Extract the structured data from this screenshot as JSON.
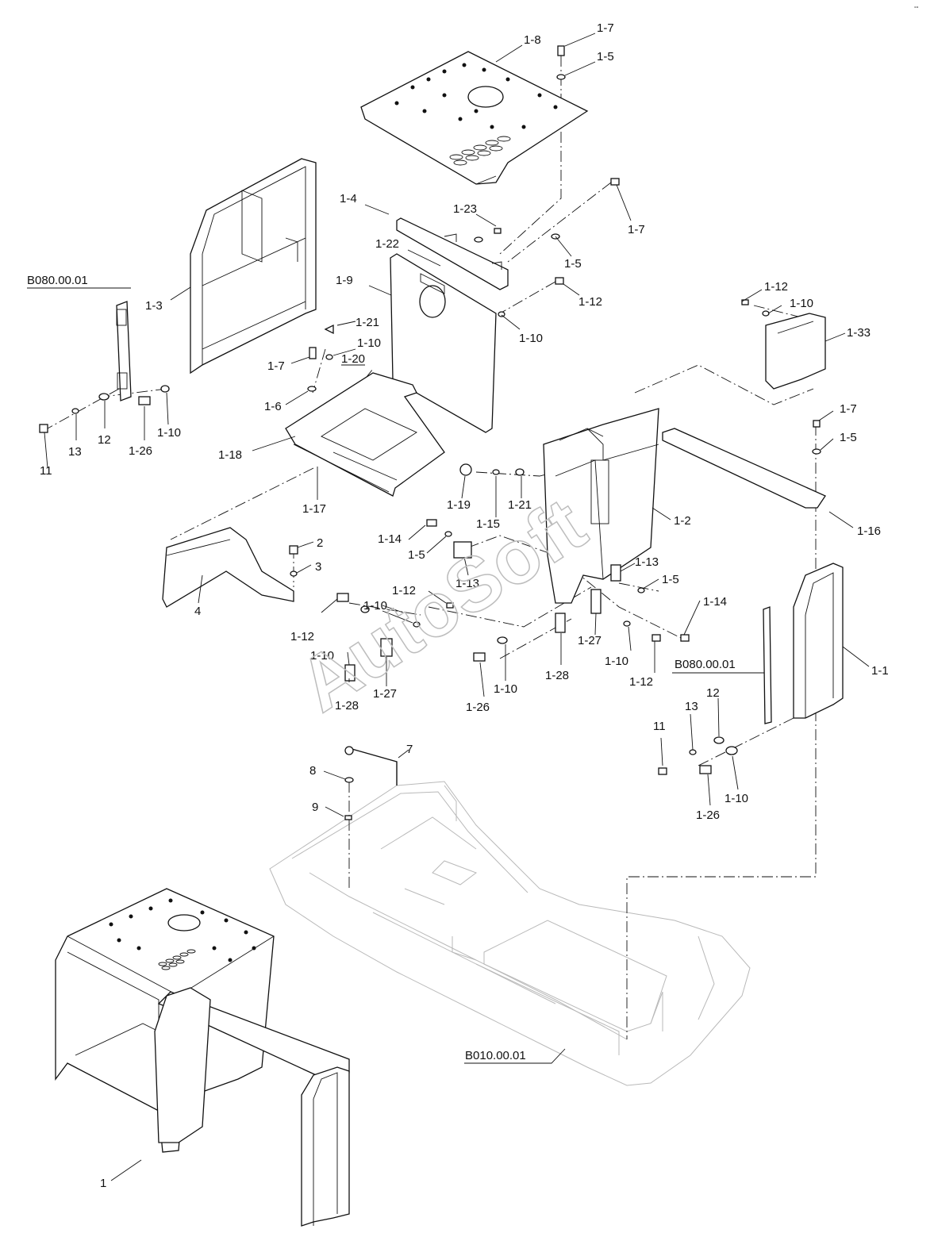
{
  "diagram": {
    "watermark": "AutoSoft",
    "corner_mark": "°°",
    "references": {
      "ref_left": "B080.00.01",
      "ref_right": "B080.00.01",
      "ref_bottom": "B010.00.01"
    },
    "callouts": {
      "c_1_8": "1-8",
      "c_1_7_a": "1-7",
      "c_1_5_a": "1-5",
      "c_1_4": "1-4",
      "c_1_23": "1-23",
      "c_1_7_b": "1-7",
      "c_1_22": "1-22",
      "c_1_5_b": "1-5",
      "c_1_9": "1-9",
      "c_1_12_a": "1-12",
      "c_1_10_a": "1-10",
      "c_1_3": "1-3",
      "c_1_21_a": "1-21",
      "c_1_10_b": "1-10",
      "c_1_20": "1-20",
      "c_1_7_c": "1-7",
      "c_1_6": "1-6",
      "c_1_18": "1-18",
      "c_1_17": "1-17",
      "c_11_a": "11",
      "c_13_a": "13",
      "c_12_a": "12",
      "c_1_26_a": "1-26",
      "c_1_10_c": "1-10",
      "c_1_12_b": "1-12",
      "c_1_10_d": "1-10",
      "c_1_33": "1-33",
      "c_1_7_d": "1-7",
      "c_1_5_c": "1-5",
      "c_1_2": "1-2",
      "c_1_16": "1-16",
      "c_1_19": "1-19",
      "c_1_15": "1-15",
      "c_1_21_b": "1-21",
      "c_2": "2",
      "c_3": "3",
      "c_4": "4",
      "c_1_14_a": "1-14",
      "c_1_5_d": "1-5",
      "c_1_13_a": "1-13",
      "c_1_13_b": "1-13",
      "c_1_5_e": "1-5",
      "c_1_14_b": "1-14",
      "c_1_12_c": "1-12",
      "c_1_10_e": "1-10",
      "c_1_12_d": "1-12",
      "c_1_10_f": "1-10",
      "c_1_27_a": "1-27",
      "c_1_28_a": "1-28",
      "c_1_26_b": "1-26",
      "c_1_10_g": "1-10",
      "c_1_28_b": "1-28",
      "c_1_27_b": "1-27",
      "c_1_10_h": "1-10",
      "c_1_12_e": "1-12",
      "c_1_1": "1-1",
      "c_7": "7",
      "c_8": "8",
      "c_9": "9",
      "c_13_b": "13",
      "c_12_b": "12",
      "c_11_b": "11",
      "c_1_26_c": "1-26",
      "c_1_10_i": "1-10",
      "c_1": "1"
    }
  }
}
